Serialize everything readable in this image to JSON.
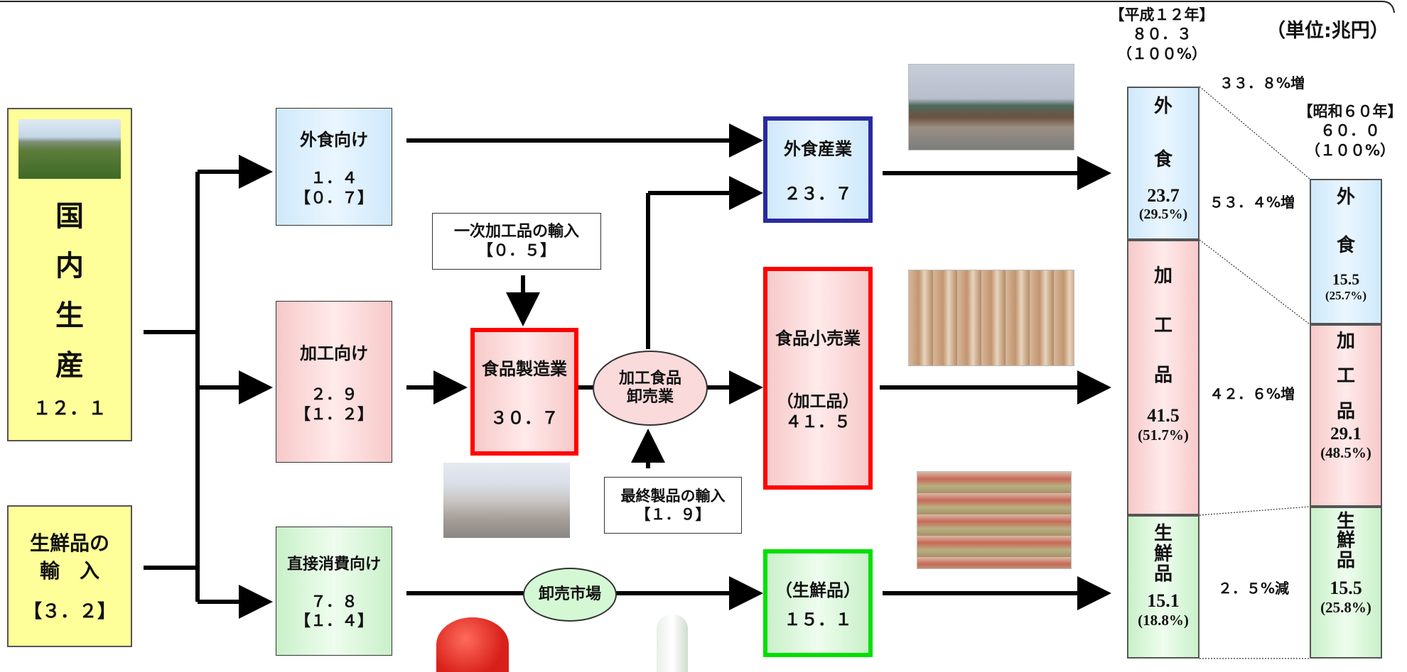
{
  "header": {
    "unit": "（単位:兆円）"
  },
  "sources": {
    "domestic": {
      "title": "国\n内\n生\n産",
      "value": "１２．１"
    },
    "import": {
      "title": "生鮮品の\n輸　入",
      "value": "【３．２】"
    }
  },
  "channels": {
    "food_service": {
      "title": "外食向け",
      "value": "１．４\n【０．７】"
    },
    "processing": {
      "title": "加工向け",
      "value": "２．９\n【１．２】"
    },
    "direct": {
      "title": "直接消費向け",
      "value": "７．８\n【１．４】"
    }
  },
  "imports": {
    "primary": "一次加工品の輸入\n【０．５】",
    "final": "最終製品の輸入\n【１．９】"
  },
  "industries": {
    "manufacturing": {
      "title": "食品製造業",
      "value": "３０．７"
    },
    "wholesale": "加工食品\n卸売業",
    "market": "卸売市場",
    "restaurant": {
      "title": "外食産業",
      "value": "２３．７"
    },
    "retail": {
      "title": "食品小売業",
      "value": "（加工品）\n４１．５"
    },
    "fresh": {
      "title": "（生鮮品）",
      "value": "１５．１"
    }
  },
  "heisei": {
    "header": "【平成１２年】\n８０．３\n（１００%）",
    "eating": {
      "label": "外\n\n食",
      "value": "23.7",
      "pct": "(29.5%)"
    },
    "processed": {
      "label": "加\n\n工\n\n品",
      "value": "41.5",
      "pct": "(51.7%)"
    },
    "fresh": {
      "label": "生\n鮮\n品",
      "value": "15.1",
      "pct": "(18.8%)"
    }
  },
  "showa": {
    "header": "【昭和６０年】\n６０．０\n（１００%）",
    "eating": {
      "label": "外\n\n食",
      "value": "15.5",
      "pct": "(25.7%)"
    },
    "processed": {
      "label": "加\n\n工\n\n品",
      "value": "29.1",
      "pct": "(48.5%)"
    },
    "fresh": {
      "label": "生\n鮮\n品",
      "value": "15.5",
      "pct": "(25.8%)"
    }
  },
  "changes": {
    "total": "３３．８%増",
    "eating": "５３．４%増",
    "processed": "４２．６%増",
    "fresh": "２．５%減"
  },
  "colors": {
    "restaurant_border": "#2a2aa0",
    "manufacturing_border": "#ff0000",
    "retail_border": "#ff0000",
    "fresh_border": "#00e000"
  }
}
